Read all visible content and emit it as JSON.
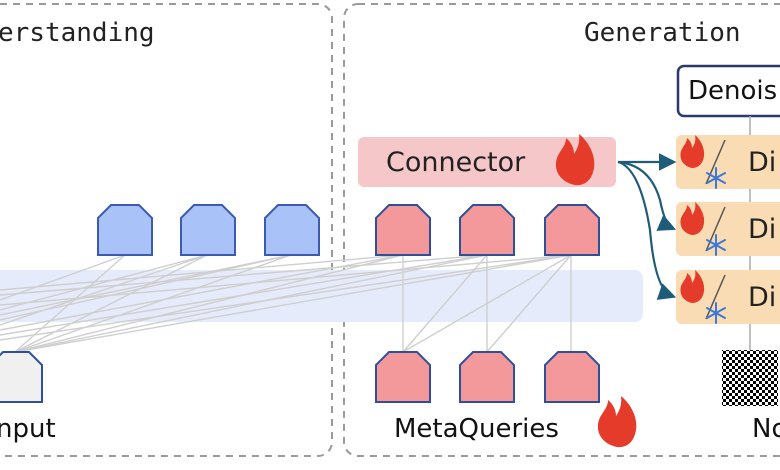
{
  "understanding_panel": {
    "title": "erstanding",
    "input_label": "nput"
  },
  "generation_panel": {
    "title": "Generation ",
    "connector_label": "Connector",
    "metaqueries_label": "MetaQueries",
    "denoise_label": "Denois",
    "dit_labels": [
      "Di",
      "Di",
      "Di"
    ],
    "noise_label": "No"
  },
  "colors": {
    "blue_token": "#a9c2f7",
    "blue_stroke": "#3b5bb0",
    "pink_token": "#f4999b",
    "pink_stroke": "#2f4f9a",
    "connector_bg": "#f6c7c9",
    "dit_bg": "#f9dcb3",
    "band": "#e6ebfb",
    "panel_border": "#9a9a9a",
    "arrow": "#1f5c7a"
  },
  "icons": [
    "fire-icon",
    "snowflake-icon",
    "noise-image"
  ]
}
